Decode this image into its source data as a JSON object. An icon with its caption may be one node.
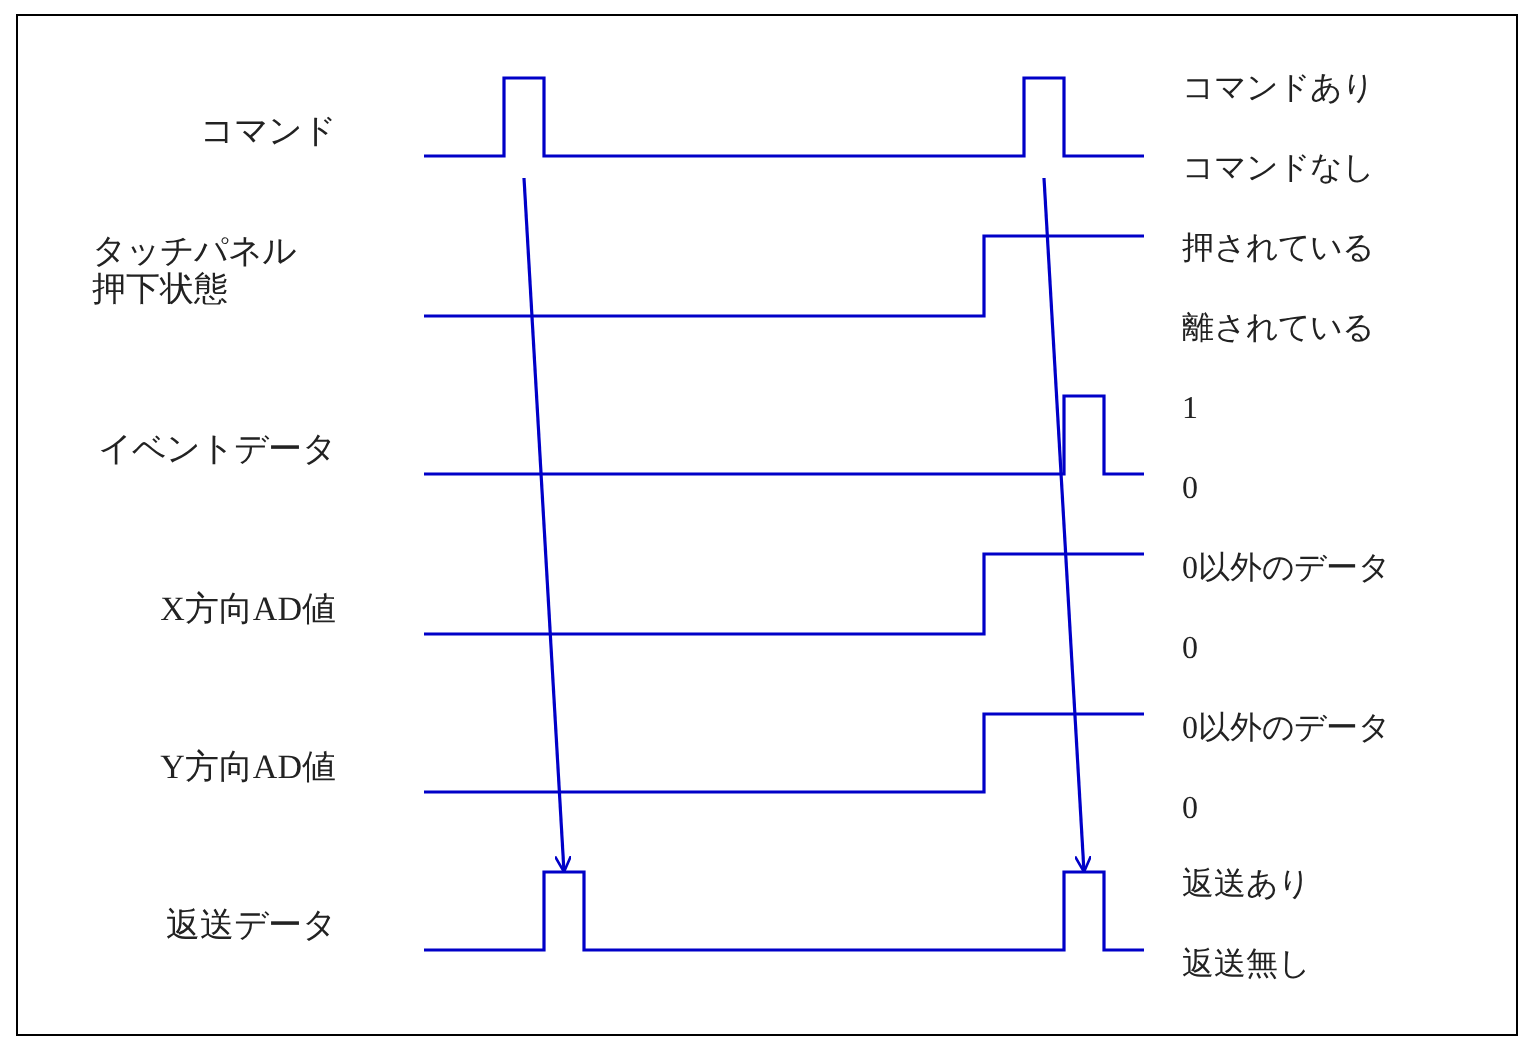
{
  "diagram": {
    "nodes": [
      {
        "text": [],
        "shape": "waveform"
      },
      {
        "text": [],
        "shape": "waveform"
      }
    ],
    "edges": [
      {
        "from": 0,
        "to": 1,
        "arrow": "to"
      },
      {
        "from": 0,
        "to": 1,
        "arrow": "to"
      }
    ],
    "labels": [
      "コマンド",
      "コマンドあり",
      "コマンドなし",
      "タッチパネル押下状態",
      "押されている",
      "離されている",
      "イベントデータ",
      "1",
      "0",
      "X方向AD値",
      "0以外のデータ",
      "0",
      "Y方向AD値",
      "0以外のデータ",
      "0",
      "返送データ",
      "返送あり",
      "返送無し"
    ]
  }
}
